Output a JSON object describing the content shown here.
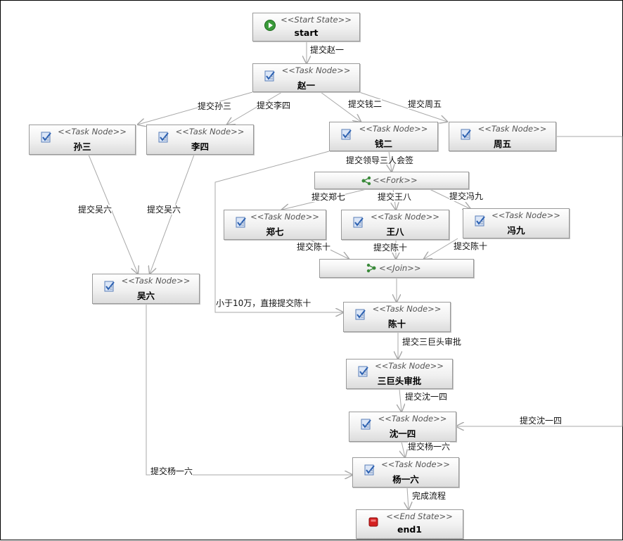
{
  "nodes": {
    "start": {
      "stereotype": "<<Start State>>",
      "name": "start",
      "kind": "start"
    },
    "zhaoyi": {
      "stereotype": "<<Task Node>>",
      "name": "赵一",
      "kind": "task"
    },
    "sunsan": {
      "stereotype": "<<Task Node>>",
      "name": "孙三",
      "kind": "task"
    },
    "lisi": {
      "stereotype": "<<Task Node>>",
      "name": "李四",
      "kind": "task"
    },
    "qianer": {
      "stereotype": "<<Task Node>>",
      "name": "钱二",
      "kind": "task"
    },
    "zhouwu": {
      "stereotype": "<<Task Node>>",
      "name": "周五",
      "kind": "task"
    },
    "fork": {
      "stereotype": "<<Fork>>",
      "name": "",
      "kind": "fork"
    },
    "zhengqi": {
      "stereotype": "<<Task Node>>",
      "name": "郑七",
      "kind": "task"
    },
    "wangba": {
      "stereotype": "<<Task Node>>",
      "name": "王八",
      "kind": "task"
    },
    "fengjiu": {
      "stereotype": "<<Task Node>>",
      "name": "冯九",
      "kind": "task"
    },
    "join": {
      "stereotype": "<<Join>>",
      "name": "",
      "kind": "join"
    },
    "wuliu": {
      "stereotype": "<<Task Node>>",
      "name": "吴六",
      "kind": "task"
    },
    "chenshi": {
      "stereotype": "<<Task Node>>",
      "name": "陈十",
      "kind": "task"
    },
    "sanjutou": {
      "stereotype": "<<Task Node>>",
      "name": "三巨头审批",
      "kind": "task"
    },
    "shenyisi": {
      "stereotype": "<<Task Node>>",
      "name": "沈一四",
      "kind": "task"
    },
    "yangyiliu": {
      "stereotype": "<<Task Node>>",
      "name": "杨一六",
      "kind": "task"
    },
    "end1": {
      "stereotype": "<<End State>>",
      "name": "end1",
      "kind": "end"
    }
  },
  "transitions": [
    {
      "from": "start",
      "to": "zhaoyi",
      "label": "提交赵一"
    },
    {
      "from": "zhaoyi",
      "to": "sunsan",
      "label": "提交孙三"
    },
    {
      "from": "zhaoyi",
      "to": "lisi",
      "label": "提交李四"
    },
    {
      "from": "zhaoyi",
      "to": "qianer",
      "label": "提交钱二"
    },
    {
      "from": "zhaoyi",
      "to": "zhouwu",
      "label": "提交周五"
    },
    {
      "from": "sunsan",
      "to": "wuliu",
      "label": "提交吴六"
    },
    {
      "from": "lisi",
      "to": "wuliu",
      "label": "提交吴六"
    },
    {
      "from": "qianer",
      "to": "fork",
      "label": "提交领导三人会签"
    },
    {
      "from": "qianer",
      "to": "chenshi",
      "label": "小于10万，直接提交陈十"
    },
    {
      "from": "fork",
      "to": "zhengqi",
      "label": "提交郑七"
    },
    {
      "from": "fork",
      "to": "wangba",
      "label": "提交王八"
    },
    {
      "from": "fork",
      "to": "fengjiu",
      "label": "提交冯九"
    },
    {
      "from": "zhengqi",
      "to": "join",
      "label": "提交陈十"
    },
    {
      "from": "wangba",
      "to": "join",
      "label": "提交陈十"
    },
    {
      "from": "fengjiu",
      "to": "join",
      "label": "提交陈十"
    },
    {
      "from": "join",
      "to": "chenshi",
      "label": ""
    },
    {
      "from": "chenshi",
      "to": "sanjutou",
      "label": "提交三巨头审批"
    },
    {
      "from": "sanjutou",
      "to": "shenyisi",
      "label": "提交沈一四"
    },
    {
      "from": "zhouwu",
      "to": "shenyisi",
      "label": "提交沈一四"
    },
    {
      "from": "shenyisi",
      "to": "yangyiliu",
      "label": "提交杨一六"
    },
    {
      "from": "wuliu",
      "to": "yangyiliu",
      "label": "提交杨一六"
    },
    {
      "from": "yangyiliu",
      "to": "end1",
      "label": "完成流程"
    }
  ],
  "colors": {
    "edge": "#a8a8a8",
    "start_icon": "#3a9a3a",
    "end_icon": "#d42020",
    "task_icon": "#3a6fc0",
    "fork_icon": "#3a8a3a"
  }
}
